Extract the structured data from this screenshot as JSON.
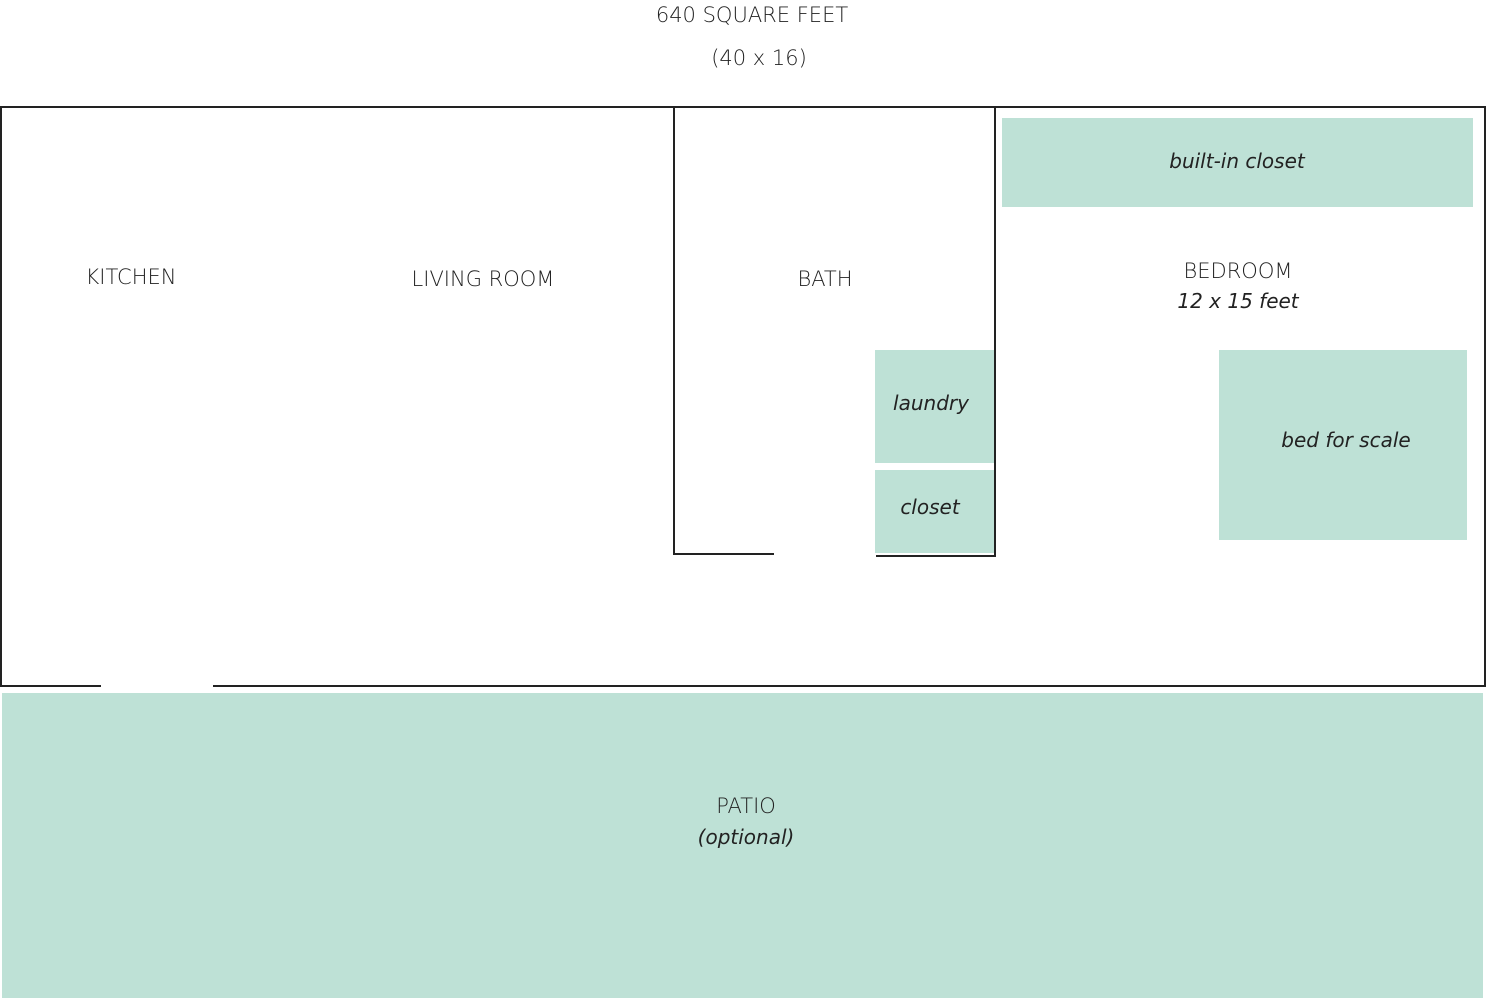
{
  "title": "640 SQUARE FEET",
  "subtitle": "(40 x 16)",
  "colors": {
    "fixture": "#bee1d6",
    "wall": "#222222"
  },
  "rooms": {
    "kitchen": "KITCHEN",
    "living_room": "LIVING ROOM",
    "bath": "BATH",
    "bedroom": "BEDROOM",
    "bedroom_size": "12 x 15 feet",
    "patio": "PATIO",
    "patio_note": "(optional)"
  },
  "fixtures": {
    "built_in_closet": "built-in closet",
    "laundry": "laundry",
    "closet": "closet",
    "bed": "bed for scale"
  }
}
